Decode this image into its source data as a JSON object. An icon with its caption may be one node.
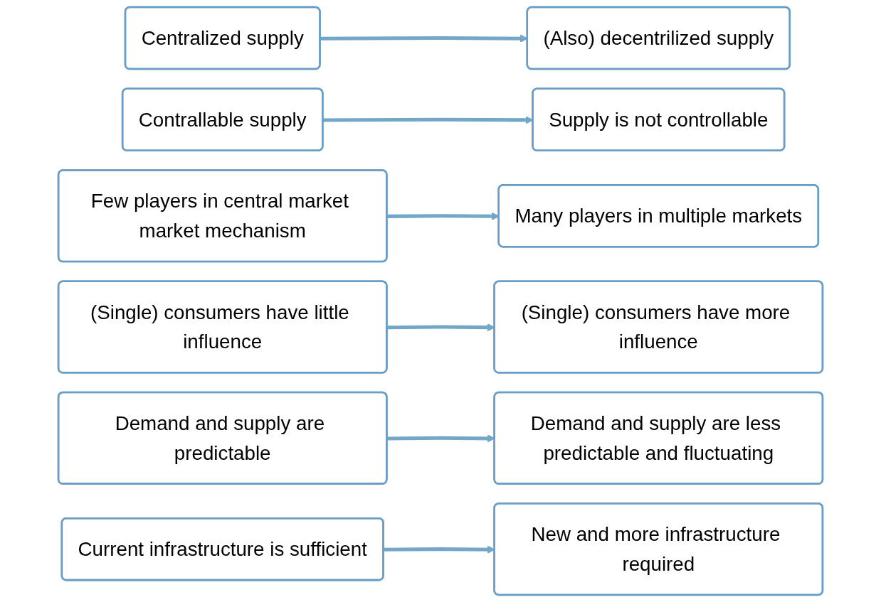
{
  "diagram": {
    "nodes": [
      {
        "text": [
          "Centralized supply"
        ]
      },
      {
        "text": [
          "(Also) decentrilized supply"
        ]
      },
      {
        "text": [
          "Contrallable supply"
        ]
      },
      {
        "text": [
          "Supply is not controllable"
        ]
      },
      {
        "text": [
          "Few players in central market market mechanism"
        ]
      },
      {
        "text": [
          "Many players in multiple markets"
        ]
      },
      {
        "text": [
          "(Single) consumers have little influence"
        ]
      },
      {
        "text": [
          "(Single) consumers have more influence"
        ]
      },
      {
        "text": [
          "Demand and supply are predictable"
        ]
      },
      {
        "text": [
          "Demand and supply are less predictable and fluctuating"
        ]
      },
      {
        "text": [
          "Current infrastructure is sufficient"
        ]
      },
      {
        "text": [
          "New and more infrastructure required"
        ]
      }
    ],
    "edges": [
      {
        "from": 0,
        "to": 1,
        "arrow": "to"
      },
      {
        "from": 2,
        "to": 3,
        "arrow": "to"
      },
      {
        "from": 4,
        "to": 5,
        "arrow": "to"
      },
      {
        "from": 6,
        "to": 7,
        "arrow": "to"
      },
      {
        "from": 8,
        "to": 9,
        "arrow": "to"
      },
      {
        "from": 10,
        "to": 11,
        "arrow": "to"
      }
    ]
  }
}
